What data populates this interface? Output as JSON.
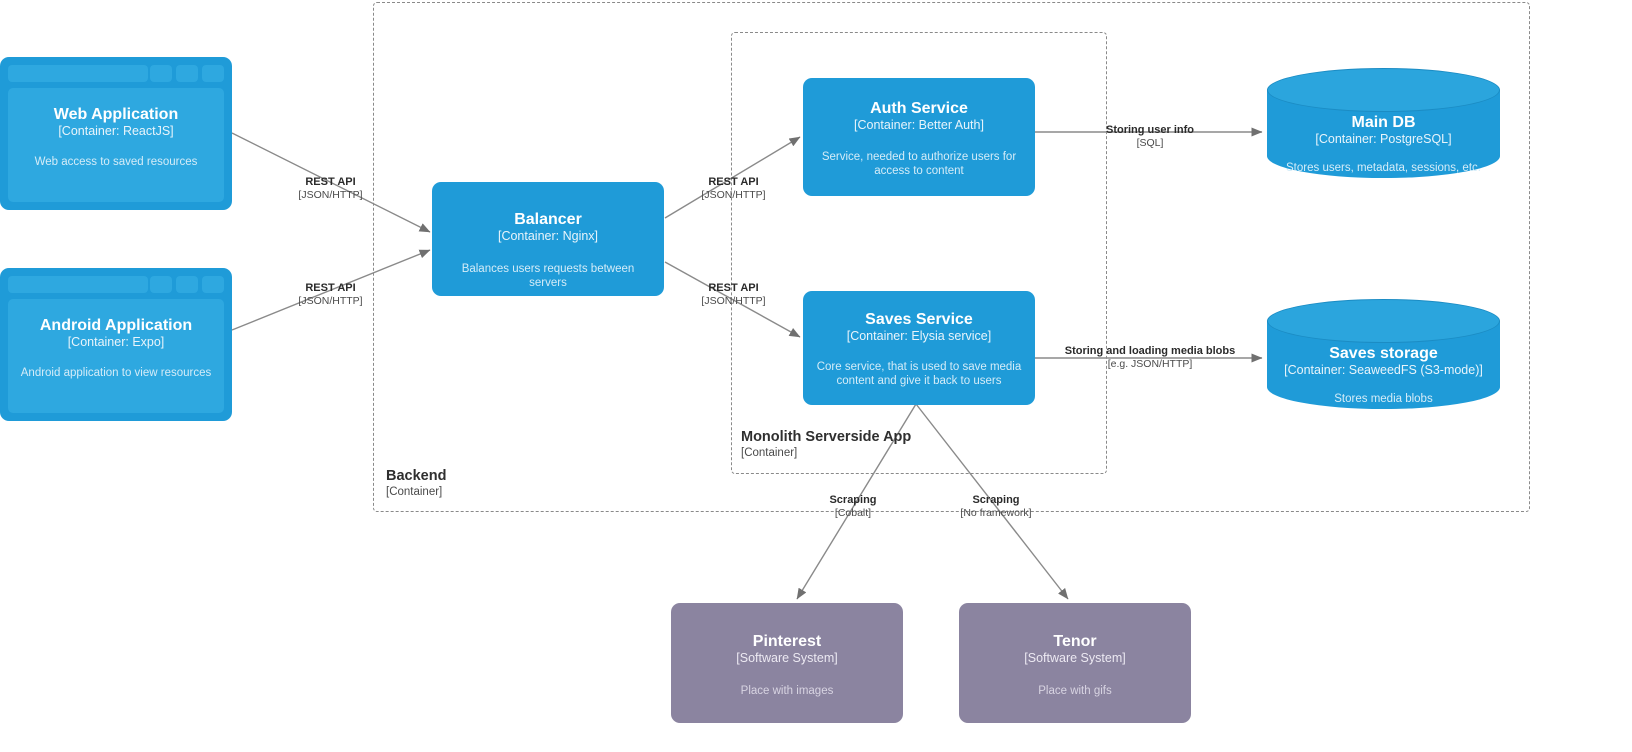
{
  "diagram": {
    "type": "C4 container diagram",
    "colors": {
      "container": "#1f9bd8",
      "container_light": "#2ea8e0",
      "external_system": "#8b84a0",
      "boundary_border": "#8a8a8a",
      "arrow": "#707070",
      "label_text": "#2b2b2b",
      "background": "#ffffff"
    }
  },
  "boundaries": [
    {
      "id": "backend",
      "name": "Backend",
      "type": "[Container]"
    },
    {
      "id": "monolith",
      "name": "Monolith Serverside App",
      "type": "[Container]"
    }
  ],
  "nodes": [
    {
      "id": "web-application",
      "shape": "browser-window",
      "title": "Web Application",
      "technology": "[Container: ReactJS]",
      "description": "Web access to saved resources"
    },
    {
      "id": "android-application",
      "shape": "browser-window",
      "title": "Android Application",
      "technology": "[Container: Expo]",
      "description": "Android application to view resources"
    },
    {
      "id": "balancer",
      "shape": "rounded-rect",
      "title": "Balancer",
      "technology": "[Container: Nginx]",
      "description": "Balances users requests between servers"
    },
    {
      "id": "auth-service",
      "shape": "rounded-rect",
      "title": "Auth Service",
      "technology": "[Container: Better Auth]",
      "description": "Service, needed to authorize users for access to content"
    },
    {
      "id": "saves-service",
      "shape": "rounded-rect",
      "title": "Saves Service",
      "technology": "[Container: Elysia service]",
      "description": "Core service, that is used to save media content and give it back to users"
    },
    {
      "id": "main-db",
      "shape": "cylinder",
      "title": "Main DB",
      "technology": "[Container: PostgreSQL]",
      "description": "Stores users, metadata, sessions, etc."
    },
    {
      "id": "saves-storage",
      "shape": "cylinder",
      "title": "Saves storage",
      "technology": "[Container: SeaweedFS (S3-mode)]",
      "description": "Stores media blobs"
    },
    {
      "id": "pinterest",
      "shape": "rounded-rect",
      "title": "Pinterest",
      "technology": "[Software System]",
      "description": "Place with images"
    },
    {
      "id": "tenor",
      "shape": "rounded-rect",
      "title": "Tenor",
      "technology": "[Software System]",
      "description": "Place with gifs"
    }
  ],
  "edges": [
    {
      "id": "web-to-balancer",
      "from": "web-application",
      "to": "balancer",
      "label": "REST API",
      "technology": "[JSON/HTTP]"
    },
    {
      "id": "android-to-balancer",
      "from": "android-application",
      "to": "balancer",
      "label": "REST API",
      "technology": "[JSON/HTTP]"
    },
    {
      "id": "balancer-to-auth",
      "from": "balancer",
      "to": "auth-service",
      "label": "REST API",
      "technology": "[JSON/HTTP]"
    },
    {
      "id": "balancer-to-saves",
      "from": "balancer",
      "to": "saves-service",
      "label": "REST API",
      "technology": "[JSON/HTTP]"
    },
    {
      "id": "auth-to-main-db",
      "from": "auth-service",
      "to": "main-db",
      "label": "Storing user info",
      "technology": "[SQL]"
    },
    {
      "id": "saves-to-storage",
      "from": "saves-service",
      "to": "saves-storage",
      "label": "Storing and loading media blobs",
      "technology": "[e.g. JSON/HTTP]"
    },
    {
      "id": "saves-to-pinterest",
      "from": "saves-service",
      "to": "pinterest",
      "label": "Scraping",
      "technology": "[Cobalt]"
    },
    {
      "id": "saves-to-tenor",
      "from": "saves-service",
      "to": "tenor",
      "label": "Scraping",
      "technology": "[No framework]"
    }
  ]
}
